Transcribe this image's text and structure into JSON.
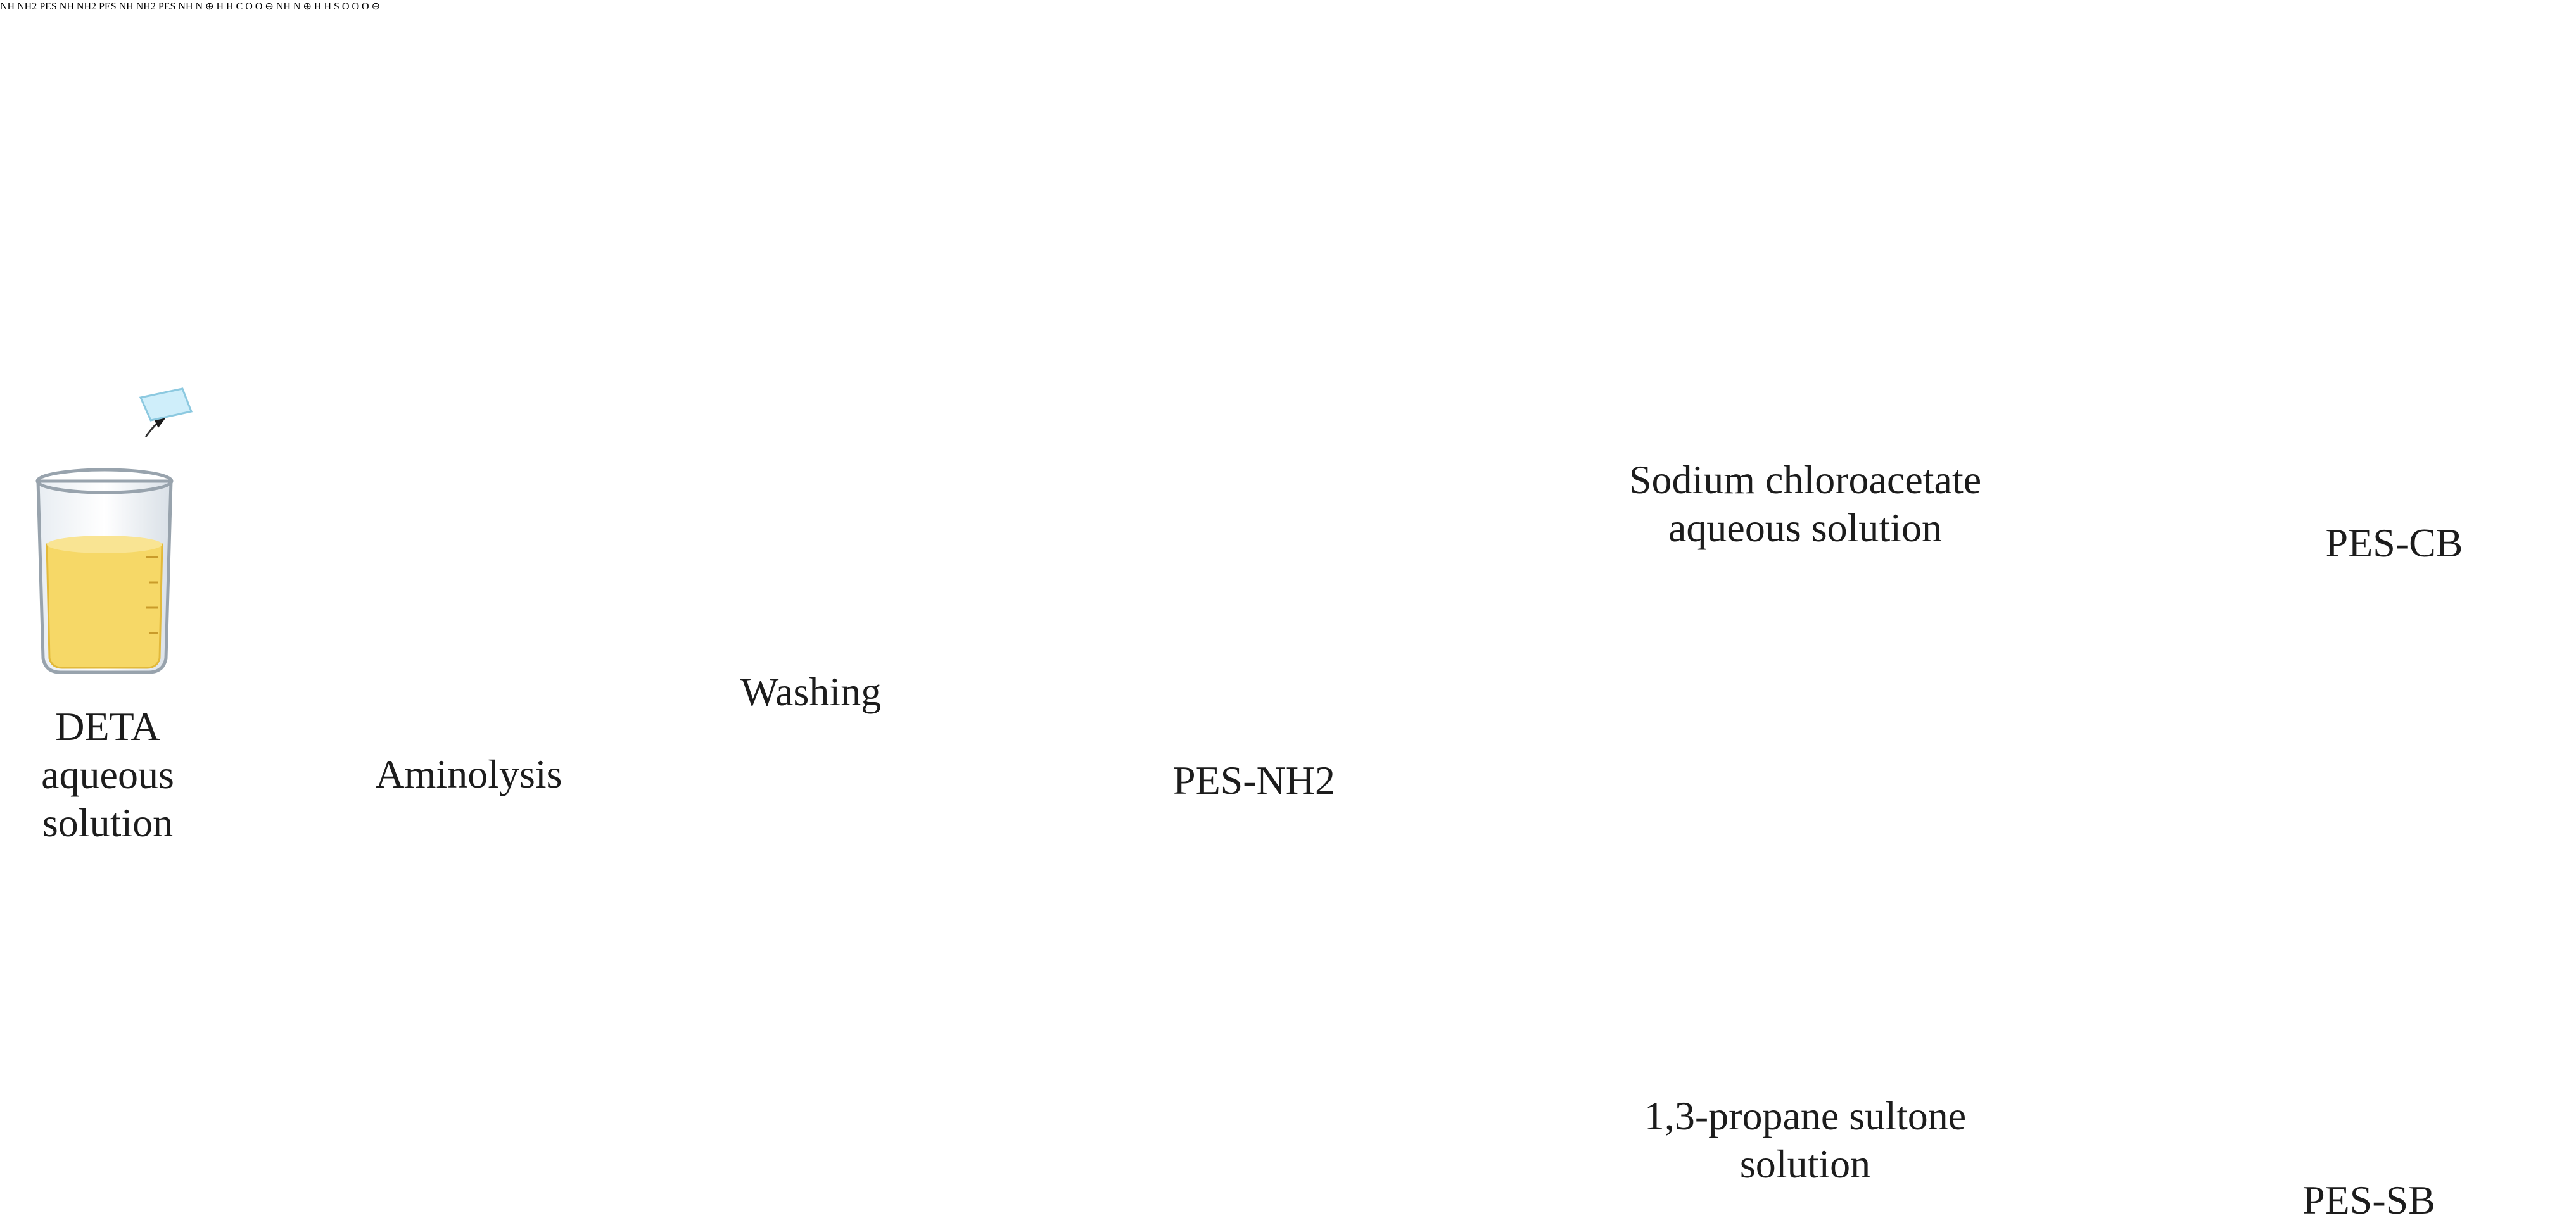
{
  "labels": {
    "deta": "DETA\naqueous\nsolution",
    "aminolysis": "Aminolysis",
    "washing": "Washing",
    "pes_nh2": "PES-NH2",
    "sodium": "Sodium chloroacetate\naqueous solution",
    "propane": "1,3-propane sultone\nsolution",
    "pes_cb": "PES-CB",
    "pes_sb": "PES-SB"
  },
  "chem": {
    "nh2": "NH",
    "nh2_sub": "2",
    "nh": "NH",
    "pes": "PES",
    "h": "H",
    "n": "N",
    "plus": "⊕",
    "minus": "⊖",
    "o": "O",
    "c": "C",
    "s": "S"
  },
  "colors": {
    "yellow_solution": "#f6d867",
    "pink_solution": "#f07bb3",
    "blue_solution": "#8fd6ee",
    "membrane": "#bfe8f4",
    "stirrer_body": "#2f4f86",
    "stirrer_top": "#c9ccd0"
  }
}
